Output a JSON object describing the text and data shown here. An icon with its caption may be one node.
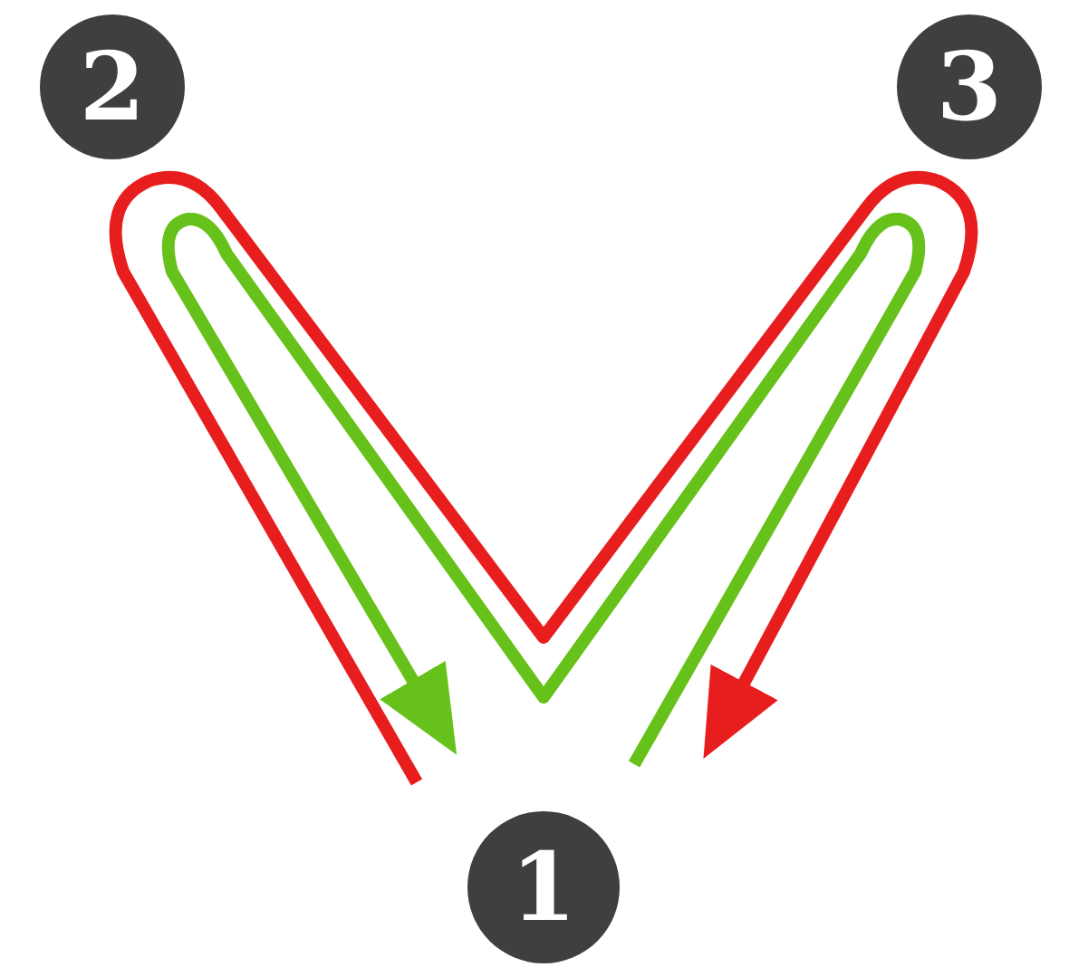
{
  "diagram": {
    "nodes": [
      {
        "text": [
          "2"
        ]
      },
      {
        "text": [
          "3"
        ]
      },
      {
        "text": [
          "1"
        ]
      }
    ]
  }
}
